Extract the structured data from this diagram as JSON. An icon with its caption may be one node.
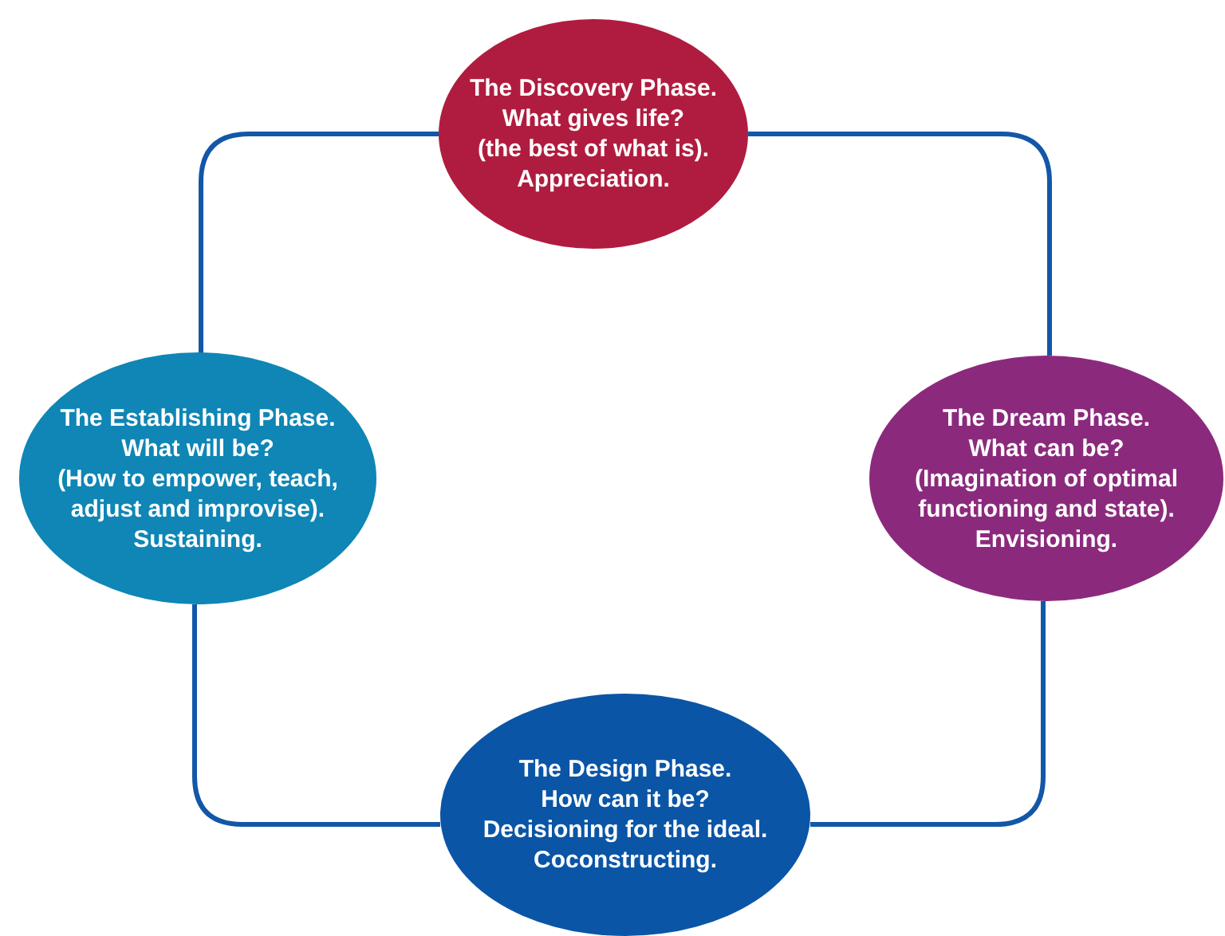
{
  "diagram": {
    "nodes": [
      {
        "text": [
          "The Discovery Phase.",
          "What gives life?",
          "(the best of what is).",
          "Appreciation."
        ]
      },
      {
        "text": [
          "The Dream Phase.",
          "What can be?",
          "(Imagination of optimal functioning and state).",
          "Envisioning."
        ]
      },
      {
        "text": [
          "The Design Phase.",
          "How can it be?",
          "Decisioning for the ideal.",
          "Coconstructing."
        ]
      },
      {
        "text": [
          "The Establishing Phase.",
          "What will be?",
          "(How to empower, teach, adjust and improvise).",
          "Sustaining."
        ]
      }
    ],
    "edges": [
      {
        "from": 0,
        "to": 1,
        "arrow": "none"
      },
      {
        "from": 1,
        "to": 2,
        "arrow": "none"
      },
      {
        "from": 2,
        "to": 3,
        "arrow": "none"
      },
      {
        "from": 3,
        "to": 0,
        "arrow": "none"
      }
    ]
  }
}
